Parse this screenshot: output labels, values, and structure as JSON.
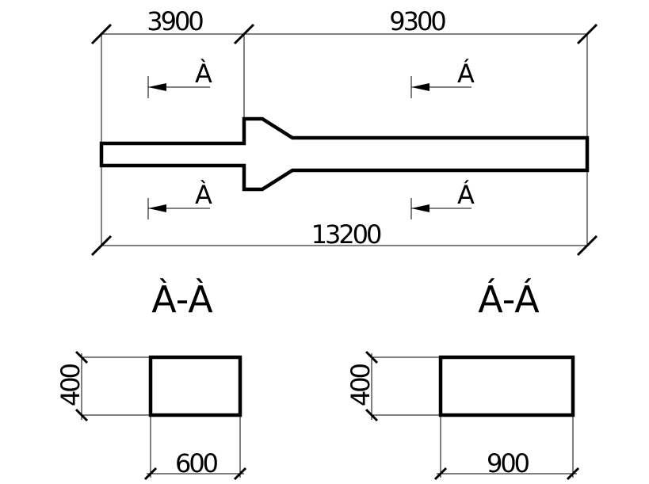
{
  "beam": {
    "dim_left": "3900",
    "dim_right": "9300",
    "dim_total": "13200",
    "cut_a": "À",
    "cut_b": "Á"
  },
  "section_a": {
    "title": "À-À",
    "height": "400",
    "width": "600"
  },
  "section_b": {
    "title": "Á-Á",
    "height": "400",
    "width": "900"
  }
}
